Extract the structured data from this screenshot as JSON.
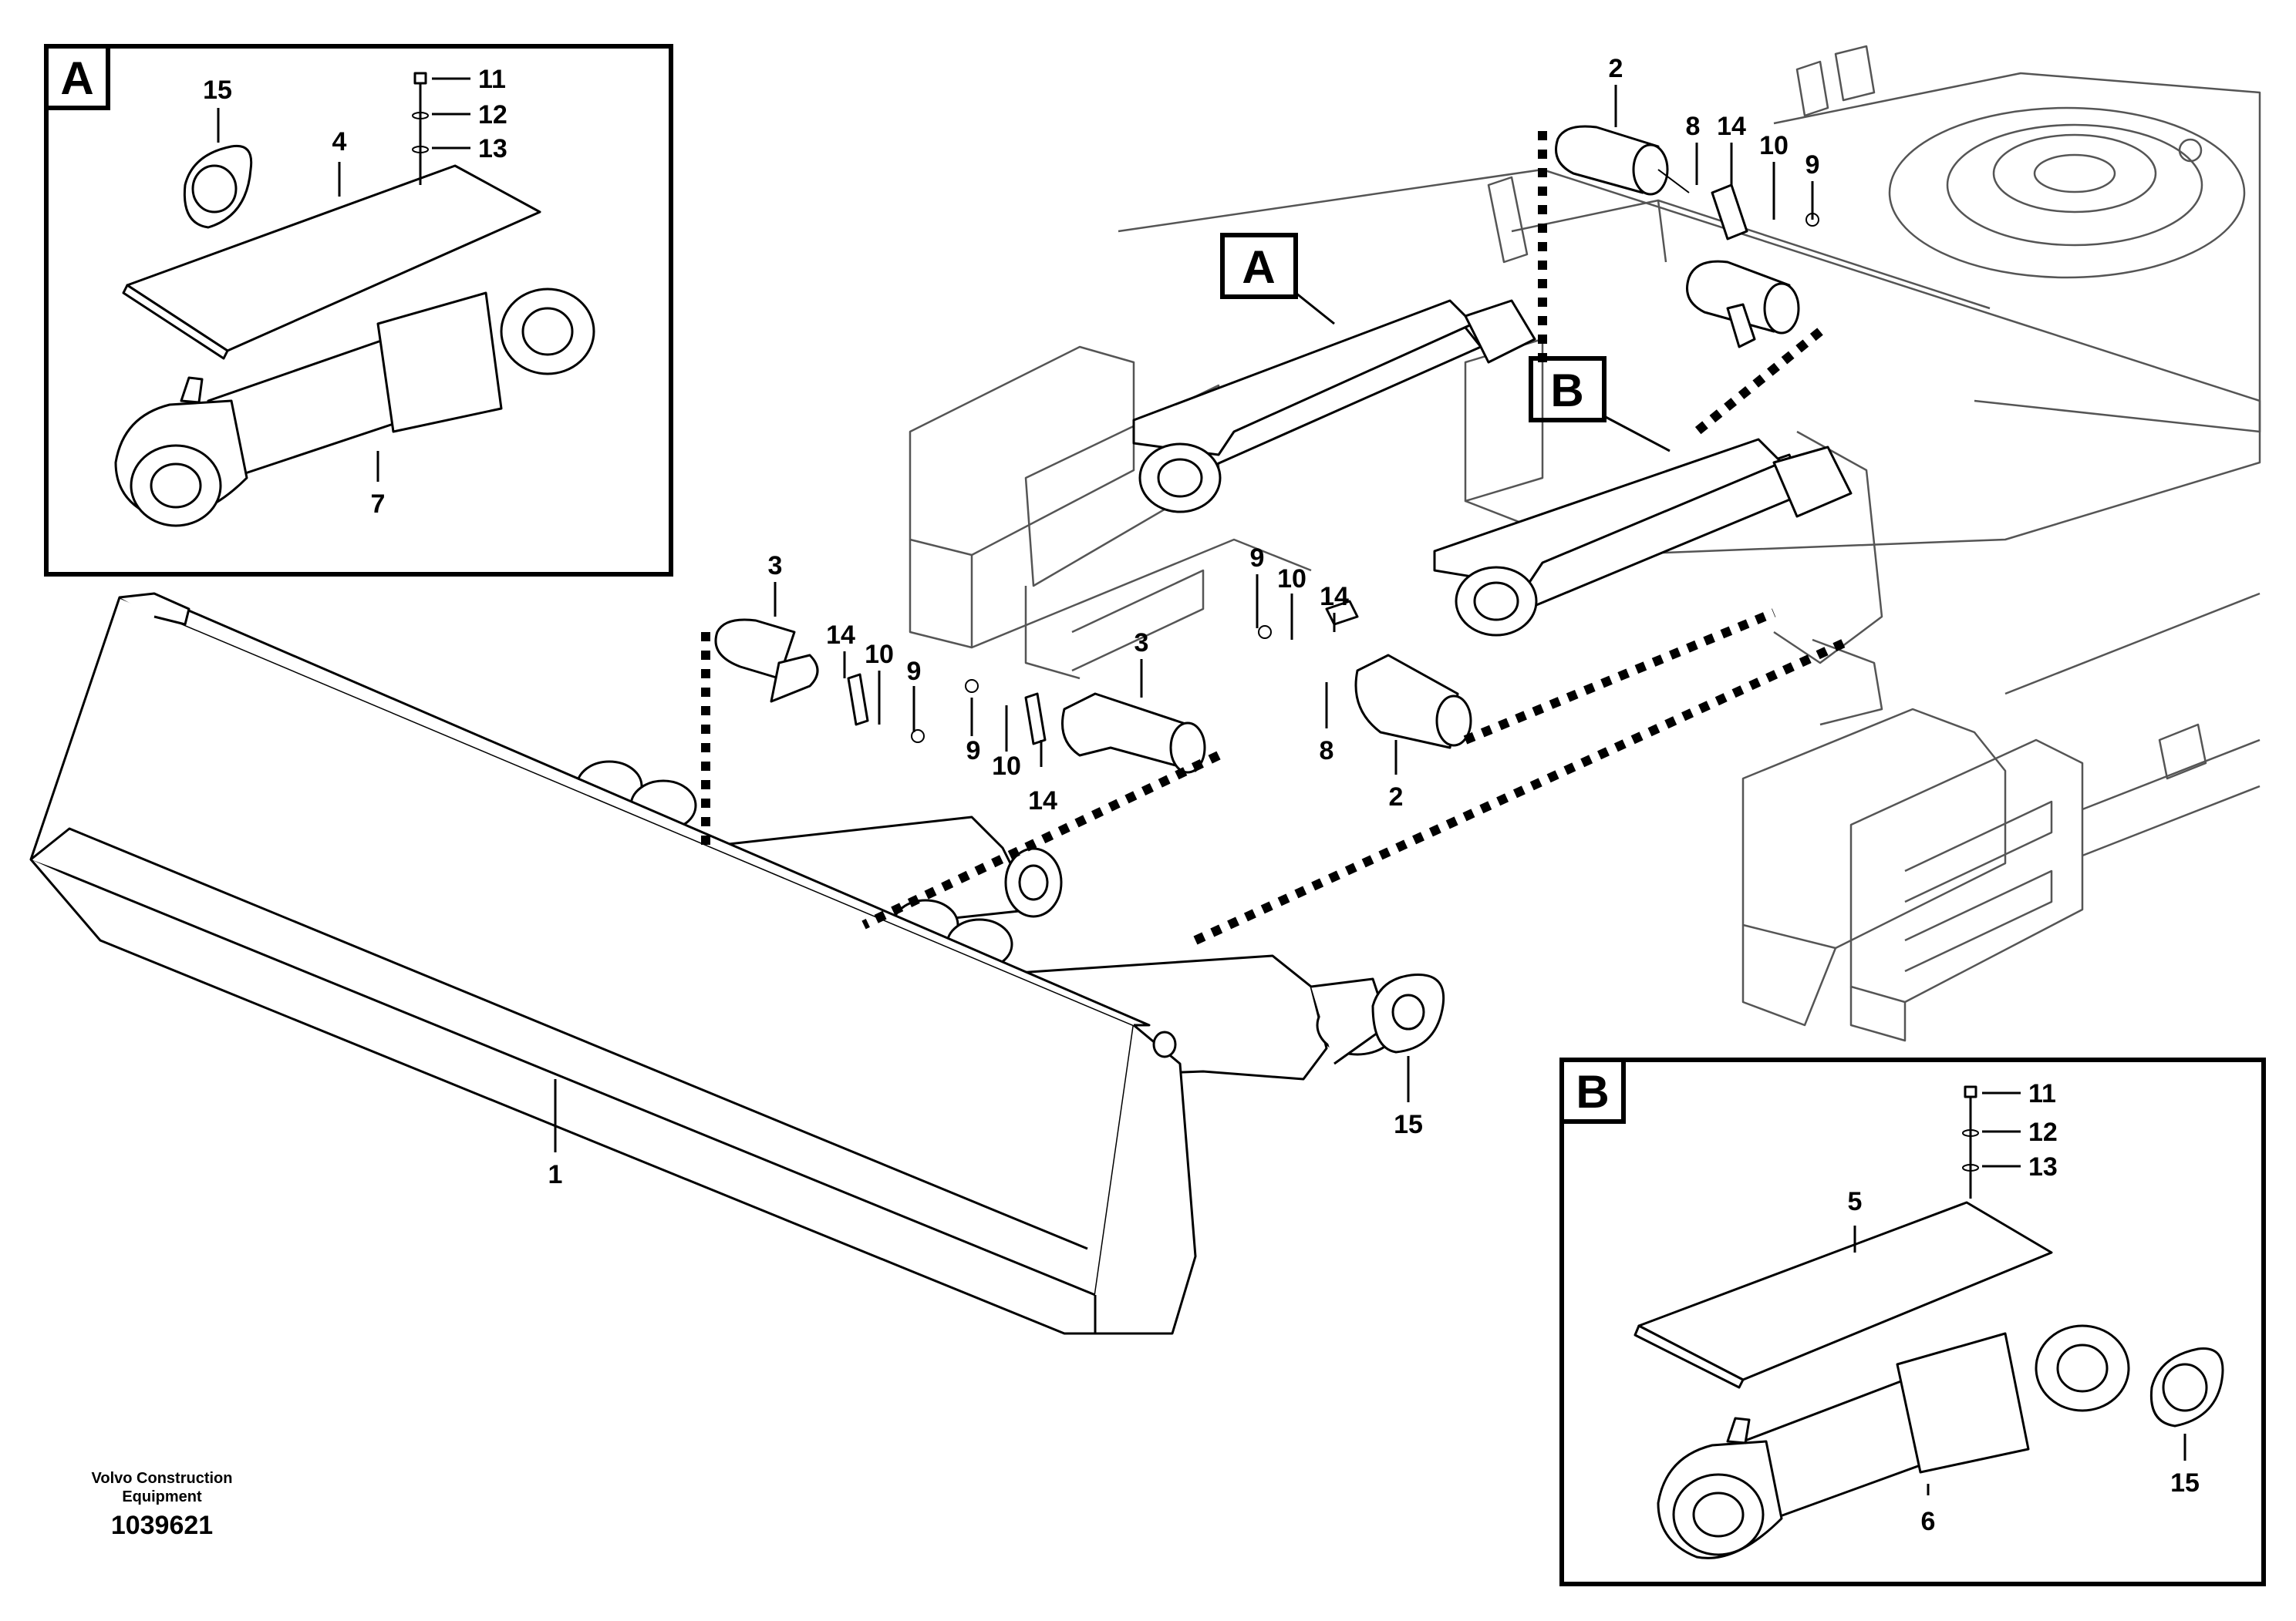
{
  "drawing": {
    "maker_line1": "Volvo Construction",
    "maker_line2": "Equipment",
    "drawing_number": "1039621"
  },
  "detail_views": [
    {
      "tag": "A",
      "items": [
        "15",
        "4",
        "11",
        "12",
        "13",
        "7"
      ]
    },
    {
      "tag": "B",
      "items": [
        "11",
        "12",
        "13",
        "5",
        "15",
        "6"
      ]
    }
  ],
  "callouts": {
    "blade": "1",
    "pin": "2",
    "pin_b": "3",
    "shield_a": "4",
    "shield_b": "5",
    "cylinder_b": "6",
    "cylinder_a": "7",
    "lock_pin": "8",
    "screw": "9",
    "washer": "10",
    "bolt": "11",
    "washer_small": "12",
    "spring_washer": "13",
    "lock_plate": "14",
    "shim": "15"
  },
  "main_labels": {
    "tag_a": "A",
    "tag_b": "B",
    "top_2": "2",
    "top_8": "8",
    "top_14": "14",
    "top_10": "10",
    "top_9": "9",
    "mid_9": "9",
    "mid_10": "10",
    "mid_14": "14",
    "mid_8": "8",
    "mid_2": "2",
    "left_3": "3",
    "left_14": "14",
    "left_10": "10",
    "left_9": "9",
    "center_3": "3",
    "low_9": "9",
    "low_10": "10",
    "low_14": "14",
    "blade_1": "1",
    "shim_15": "15"
  }
}
